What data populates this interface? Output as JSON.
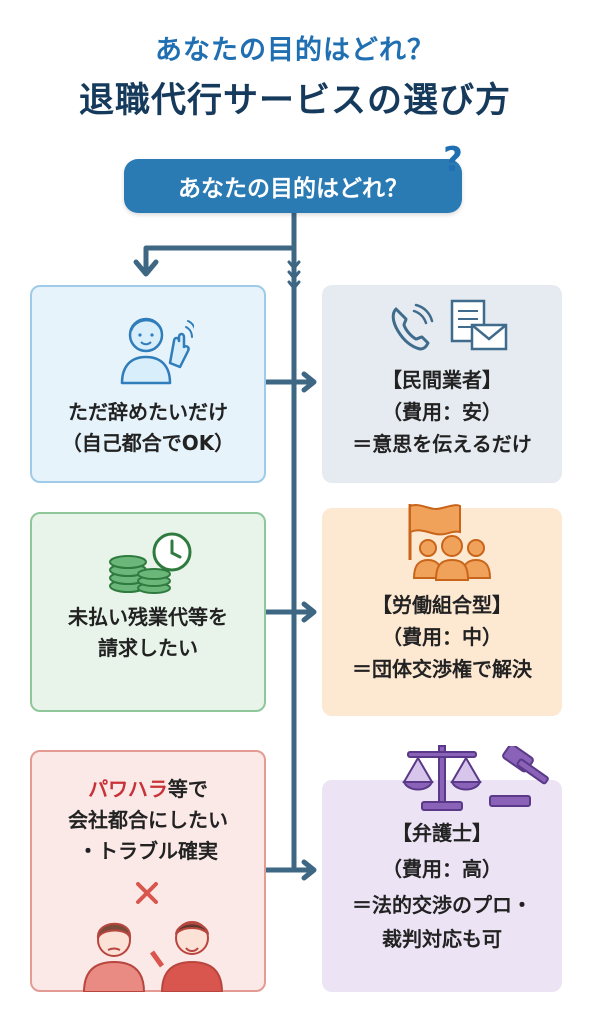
{
  "header": {
    "subtitle": "あなたの目的はどれ？",
    "title": "退職代行サービスの選び方"
  },
  "start": {
    "label": "あなたの目的はどれ？",
    "badge": "?"
  },
  "left_options": [
    {
      "line1": "ただ辞めたいだけ",
      "line2": "（自己都合でOK）"
    },
    {
      "line1": "未払い残業代等を",
      "line2": "請求したい"
    },
    {
      "line1_highlight": "パワハラ",
      "line1_rest": "等で",
      "line2": "会社都合にしたい",
      "line3": "・トラブル確実"
    }
  ],
  "right_results": [
    {
      "name": "【民間業者】",
      "cost": "（費用：安）",
      "desc": "＝意思を伝えるだけ"
    },
    {
      "name": "【労働組合型】",
      "cost": "（費用：中）",
      "desc": "＝団体交渉権で解決"
    },
    {
      "name": "【弁護士】",
      "cost": "（費用：高）",
      "desc1": "＝法的交渉のプロ・",
      "desc2": "裁判対応も可"
    }
  ],
  "colors": {
    "accent_blue": "#2a7ab3",
    "title_navy": "#163a5c",
    "green": "#2f8a3c",
    "red": "#c8333a",
    "orange": "#d9741a",
    "purple": "#6a3e9c"
  },
  "icons": [
    "waving-person-icon",
    "phone-icon",
    "document-mail-icon",
    "coins-clock-icon",
    "flag-icon",
    "group-icon",
    "scales-icon",
    "gavel-icon",
    "arguing-people-icon",
    "cross-mark-icon"
  ]
}
